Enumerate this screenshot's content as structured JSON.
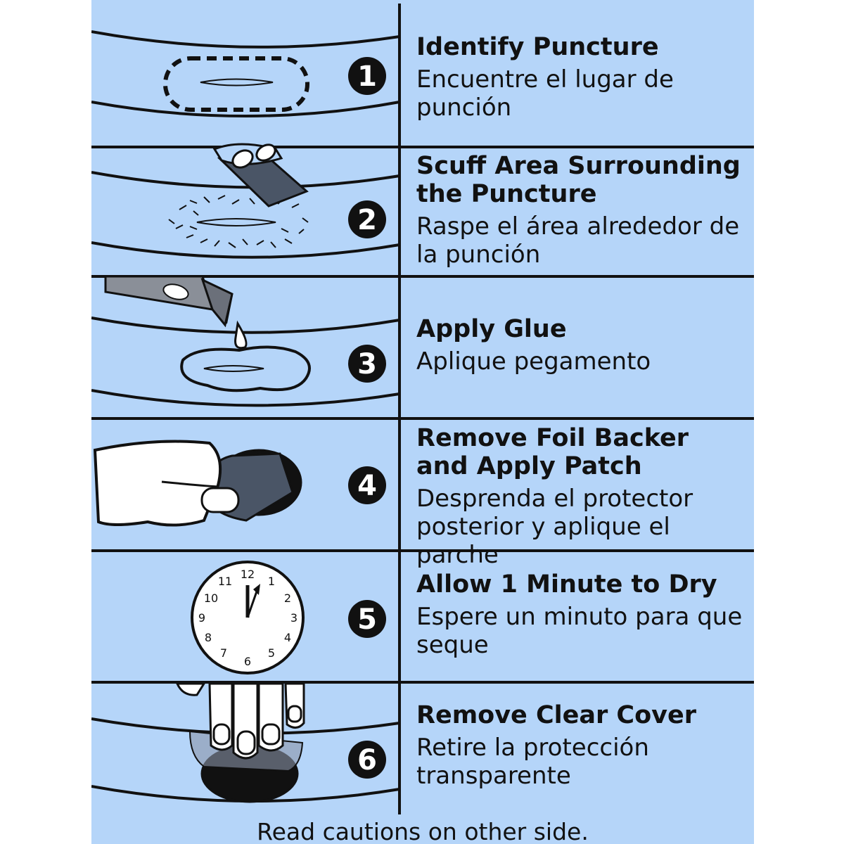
{
  "steps": [
    {
      "number": "1",
      "title": "Identify Puncture",
      "subtitle": "Encuentre el lugar de punción"
    },
    {
      "number": "2",
      "title": "Scuff Area Surrounding the Puncture",
      "subtitle": "Raspe el área alrededor de la punción"
    },
    {
      "number": "3",
      "title": "Apply Glue",
      "subtitle": "Aplique pegamento"
    },
    {
      "number": "4",
      "title": "Remove Foil Backer and Apply Patch",
      "subtitle": "Desprenda el protector posterior y aplique el parche"
    },
    {
      "number": "5",
      "title": "Allow 1 Minute to Dry",
      "subtitle": "Espere un minuto para que seque"
    },
    {
      "number": "6",
      "title": "Remove Clear Cover",
      "subtitle": "Retire la protección transparente"
    }
  ],
  "clock_numbers": [
    "12",
    "1",
    "2",
    "3",
    "4",
    "5",
    "6",
    "7",
    "8",
    "9",
    "10",
    "11"
  ],
  "footer": "Read cautions on other side.",
  "colors": {
    "background": "#b5d5f9",
    "ink": "#111111",
    "patch_gray": "#4a5566",
    "tube_gray": "#8a8f98"
  }
}
